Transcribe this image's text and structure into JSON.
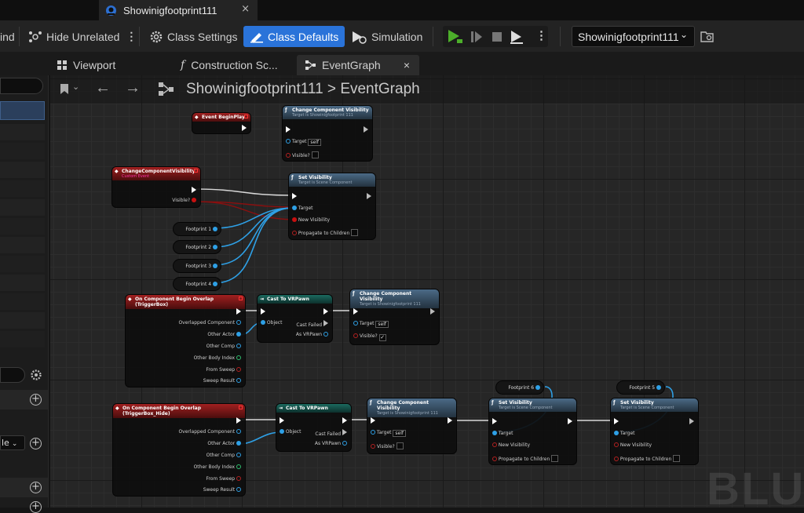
{
  "window": {
    "tab_title": "Showinigfootprint111",
    "tab_close": "×"
  },
  "toolbar": {
    "find_label": "ind",
    "hide_unrelated": "Hide Unrelated",
    "class_settings": "Class Settings",
    "class_defaults": "Class Defaults",
    "simulation": "Simulation",
    "blueprint_select": "Showinigfootprint111"
  },
  "tabs": {
    "viewport": "Viewport",
    "construction": "Construction Sc...",
    "eventgraph": "EventGraph",
    "close": "×"
  },
  "breadcrumb": {
    "blueprint": "Showinigfootprint111",
    "separator": ">",
    "graph": "EventGraph"
  },
  "left_panel": {
    "dropdown_text": "le"
  },
  "watermark": "BLUE",
  "nodes": {
    "begin_play": {
      "title": "Event BeginPlay"
    },
    "ccv1": {
      "title": "Change Component Visibility",
      "sub": "Target is Showinigfootprint 111",
      "target": "Target",
      "self": "self",
      "visible": "Visible?"
    },
    "custom_event": {
      "title": "ChangeComponentVisibility",
      "sub": "Custom Event",
      "visible": "Visible?"
    },
    "set_vis1": {
      "title": "Set Visibility",
      "sub": "Target is Scene Component",
      "target": "Target",
      "new_vis": "New Visibility",
      "propagate": "Propagate to Children"
    },
    "vars": {
      "fp1": "Footprint 1",
      "fp2": "Footprint 2",
      "fp3": "Footprint 3",
      "fp4": "Footprint 4",
      "fp5": "Footprint 5",
      "fp6": "Footprint 6"
    },
    "overlap1": {
      "title": "On Component Begin Overlap (TriggerBox)",
      "overlapped": "Overlapped Component",
      "other_actor": "Other Actor",
      "other_comp": "Other Comp",
      "other_body": "Other Body Index",
      "from_sweep": "From Sweep",
      "sweep_result": "Sweep Result"
    },
    "cast1": {
      "title": "Cast To VRPawn",
      "object": "Object",
      "cast_failed": "Cast Failed",
      "as_pawn": "As VRPawn"
    },
    "ccv2": {
      "title": "Change Component Visibility",
      "sub": "Target is Showinigfootprint 111",
      "target": "Target",
      "self": "self",
      "visible": "Visible?"
    },
    "overlap2": {
      "title": "On Component Begin Overlap (TriggerBox_Hide)",
      "overlapped": "Overlapped Component",
      "other_actor": "Other Actor",
      "other_comp": "Other Comp",
      "other_body": "Other Body Index",
      "from_sweep": "From Sweep",
      "sweep_result": "Sweep Result"
    },
    "cast2": {
      "title": "Cast To VRPawn",
      "object": "Object",
      "cast_failed": "Cast Failed",
      "as_pawn": "As VRPawn"
    },
    "ccv3": {
      "title": "Change Component Visibility",
      "sub": "Target is Showinigfootprint 111",
      "target": "Target",
      "self": "self",
      "visible": "Visible?"
    },
    "set_vis2": {
      "title": "Set Visibility",
      "sub": "Target is Scene Component",
      "target": "Target",
      "new_vis": "New Visibility",
      "propagate": "Propagate to Children"
    },
    "set_vis3": {
      "title": "Set Visibility",
      "sub": "Target is Scene Component",
      "target": "Target",
      "new_vis": "New Visibility",
      "propagate": "Propagate to Children"
    }
  },
  "colors": {
    "accent": "#2a73d9",
    "exec_wire": "#ffffff",
    "object_wire": "#2ea0e6",
    "bool_wire": "#8b0f0f",
    "event_header": "#a12020",
    "function_header": "#4b6a86",
    "cast_header": "#1b6a5f"
  }
}
